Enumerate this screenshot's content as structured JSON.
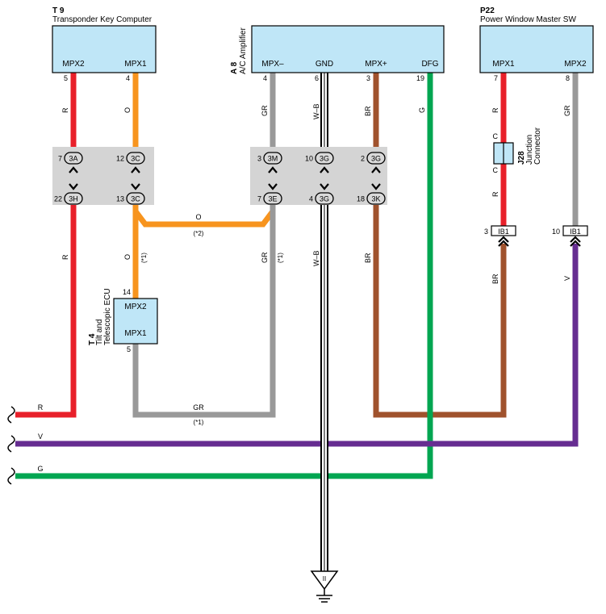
{
  "colors": {
    "red": "#e8202a",
    "orange": "#f7941e",
    "gray": "#999999",
    "brown": "#a0522d",
    "green": "#00a651",
    "purple": "#662d91",
    "box_fill": "#bfe6f7",
    "junction_fill": "#d4d4d4"
  },
  "components": {
    "t9": {
      "code": "T 9",
      "name": "Transponder Key Computer",
      "pin_mpx2": "MPX2",
      "pin_mpx1": "MPX1",
      "num_mpx2": "5",
      "num_mpx1": "4"
    },
    "a8": {
      "code": "A 8",
      "name": "A/C Amplifier",
      "pin_mpxm": "MPX–",
      "pin_gnd": "GND",
      "pin_mpxp": "MPX+",
      "pin_dfg": "DFG",
      "num_mpxm": "4",
      "num_gnd": "6",
      "num_mpxp": "3",
      "num_dfg": "19"
    },
    "p22": {
      "code": "P22",
      "name": "Power Window Master SW",
      "pin_mpx1": "MPX1",
      "pin_mpx2": "MPX2",
      "num_mpx1": "7",
      "num_mpx2": "8"
    },
    "t4": {
      "code": "T 4",
      "name_line1": "Tilt and",
      "name_line2": "Telescopic ECU",
      "pin_mpx2": "MPX2",
      "pin_mpx1": "MPX1",
      "num_mpx2": "14",
      "num_mpx1": "5"
    },
    "j28": {
      "code": "J28",
      "name_line1": "Junction",
      "name_line2": "Connector",
      "pin_top": "C",
      "pin_bottom": "C"
    }
  },
  "junctions": {
    "top": [
      {
        "num": "7",
        "label": "3A"
      },
      {
        "num": "12",
        "label": "3C"
      },
      {
        "num": "3",
        "label": "3M"
      },
      {
        "num": "10",
        "label": "3G"
      },
      {
        "num": "2",
        "label": "3G"
      }
    ],
    "bottom": [
      {
        "num": "22",
        "label": "3H"
      },
      {
        "num": "13",
        "label": "3C"
      },
      {
        "num": "7",
        "label": "3E"
      },
      {
        "num": "4",
        "label": "3G"
      },
      {
        "num": "18",
        "label": "3K"
      }
    ]
  },
  "connectors": {
    "ib1_left": {
      "num": "3",
      "label": "IB1"
    },
    "ib1_right": {
      "num": "10",
      "label": "IB1"
    }
  },
  "wire_labels": {
    "t9_mpx2_top": "R",
    "t9_mpx1_top": "O",
    "a8_mpxm_top": "GR",
    "a8_gnd_top": "W–B",
    "a8_mpxp_top": "BR",
    "a8_dfg_top": "G",
    "p22_mpx1_top": "R",
    "p22_mpx2_top": "GR",
    "p22_mpx1_mid": "R",
    "red_left_mid": "R",
    "orange_horizontal": "O",
    "orange_horizontal_note": "(*2)",
    "orange_vertical": "O",
    "orange_vertical_note": "(*1)",
    "gray_vertical": "GR",
    "gray_vertical_note": "(*1)",
    "wb_mid": "W–B",
    "br_mid": "BR",
    "br_right": "BR",
    "purple_right": "V",
    "left_red": "R",
    "left_purple": "V",
    "left_green": "G",
    "gray_bottom": "GR",
    "gray_bottom_note": "(*1)"
  },
  "ground_symbol_label": "II"
}
